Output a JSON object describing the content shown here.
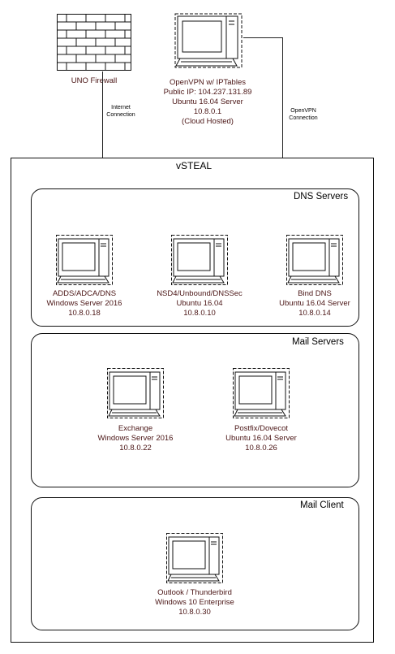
{
  "firewall": {
    "label": "UNO Firewall",
    "link_label_1": "Internet",
    "link_label_2": "Connection"
  },
  "vpn": {
    "lines": [
      "OpenVPN w/ IPTables",
      "Public IP: 104.237.131.89",
      "Ubuntu 16.04 Server",
      "10.8.0.1",
      "(Cloud Hosted)"
    ],
    "link_label_1": "OpenVPN",
    "link_label_2": "Connection"
  },
  "vsteal": {
    "title": "vSTEAL"
  },
  "dns": {
    "title": "DNS Servers",
    "hosts": [
      {
        "name": "ADDS/ADCA/DNS",
        "os": "Windows Server 2016",
        "ip": "10.8.0.18"
      },
      {
        "name": "NSD4/Unbound/DNSSec",
        "os": "Ubuntu 16.04",
        "ip": "10.8.0.10"
      },
      {
        "name": "Bind DNS",
        "os": "Ubuntu 16.04 Server",
        "ip": "10.8.0.14"
      }
    ]
  },
  "mail": {
    "title": "Mail Servers",
    "hosts": [
      {
        "name": "Exchange",
        "os": "Windows Server 2016",
        "ip": "10.8.0.22"
      },
      {
        "name": "Postfix/Dovecot",
        "os": "Ubuntu 16.04 Server",
        "ip": "10.8.0.26"
      }
    ]
  },
  "client": {
    "title": "Mail Client",
    "hosts": [
      {
        "name": "Outlook / Thunderbird",
        "os": "Windows 10 Enterprise",
        "ip": "10.8.0.30"
      }
    ]
  }
}
